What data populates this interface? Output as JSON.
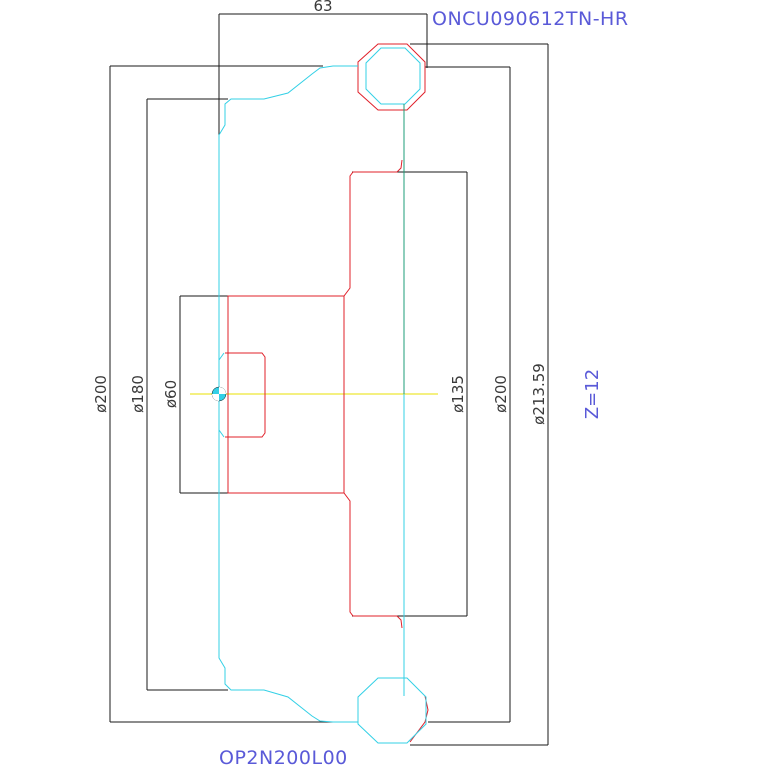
{
  "labels": {
    "insert_code": "ONCU090612TN-HR",
    "tool_code": "OP2N200L00",
    "teeth": "Z=12"
  },
  "dimensions": {
    "width_63": "63",
    "dia_200_left": "ø200",
    "dia_180": "ø180",
    "dia_60": "ø60",
    "dia_135": "ø135",
    "dia_200_right": "ø200",
    "dia_213": "ø213.59"
  },
  "colors": {
    "outline": "#1a1a1a",
    "body": "#e0202a",
    "profile": "#33d0e6",
    "axis": "#1c9c78",
    "center_line": "#e8e000",
    "text": "#5a5ad8"
  }
}
